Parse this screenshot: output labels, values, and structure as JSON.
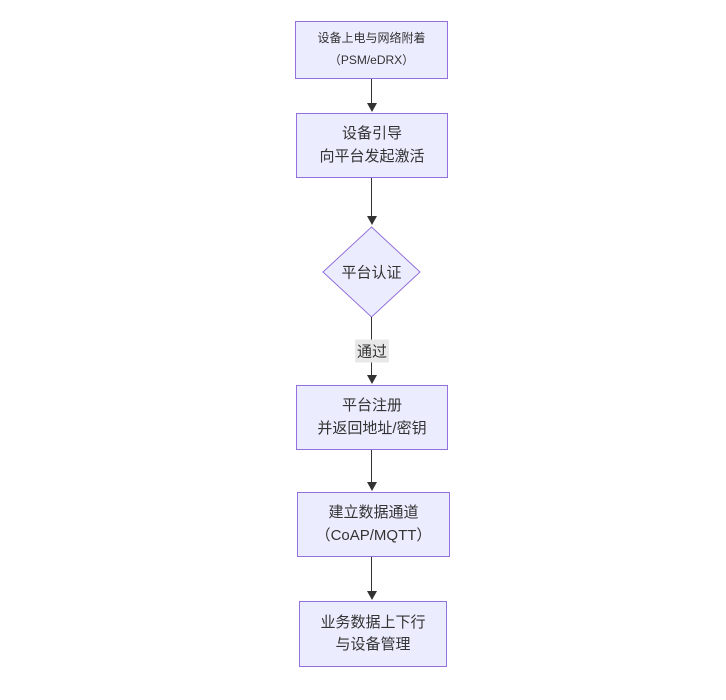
{
  "diagram": {
    "type": "flowchart-vertical",
    "background": "#ffffff",
    "colors": {
      "node_fill": "#ECECFF",
      "node_border": "#9370DB",
      "line": "#333333",
      "text": "#333333",
      "edge_label_bg": "#e8e8e8"
    },
    "nodes": [
      {
        "id": "power_attach",
        "shape": "rect",
        "lines": [
          "设备上电与网络附着",
          "（PSM/eDRX）"
        ]
      },
      {
        "id": "bootstrap",
        "shape": "rect",
        "lines": [
          "设备引导",
          "向平台发起激活"
        ]
      },
      {
        "id": "platform_auth",
        "shape": "diamond",
        "lines": [
          "平台认证"
        ]
      },
      {
        "id": "platform_register",
        "shape": "rect",
        "lines": [
          "平台注册",
          "并返回地址/密钥"
        ]
      },
      {
        "id": "data_channel",
        "shape": "rect",
        "lines": [
          "建立数据通道",
          "（CoAP/MQTT）"
        ]
      },
      {
        "id": "business",
        "shape": "rect",
        "lines": [
          "业务数据上下行",
          "与设备管理"
        ]
      }
    ],
    "edges": [
      {
        "from": "power_attach",
        "to": "bootstrap",
        "label": ""
      },
      {
        "from": "bootstrap",
        "to": "platform_auth",
        "label": ""
      },
      {
        "from": "platform_auth",
        "to": "platform_register",
        "label": "通过"
      },
      {
        "from": "platform_register",
        "to": "data_channel",
        "label": ""
      },
      {
        "from": "data_channel",
        "to": "business",
        "label": ""
      }
    ]
  }
}
